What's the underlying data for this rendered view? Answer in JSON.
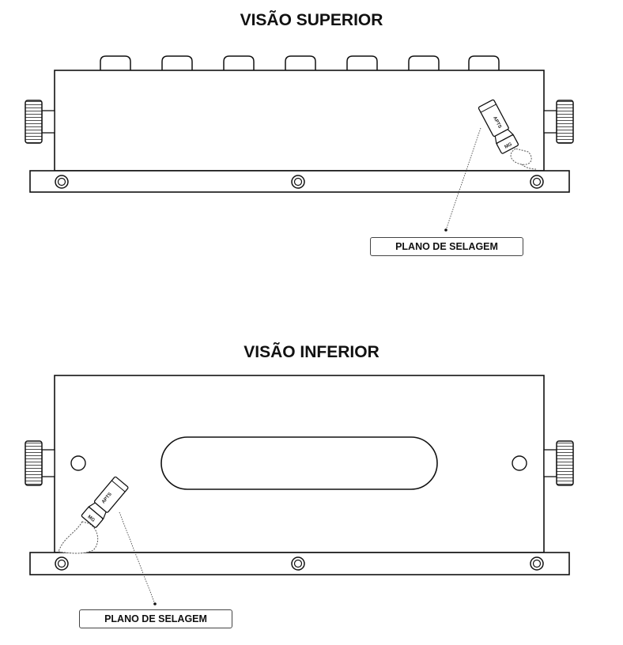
{
  "views": {
    "top": {
      "title": "VISÃO SUPERIOR",
      "callout": "PLANO DE SELAGEM"
    },
    "bottom": {
      "title": "VISÃO INFERIOR",
      "callout": "PLANO DE SELAGEM"
    }
  },
  "seal": {
    "brand": "APTS",
    "code": "MG"
  },
  "colors": {
    "line": "#111111",
    "background": "#ffffff",
    "knob": "#333333"
  }
}
